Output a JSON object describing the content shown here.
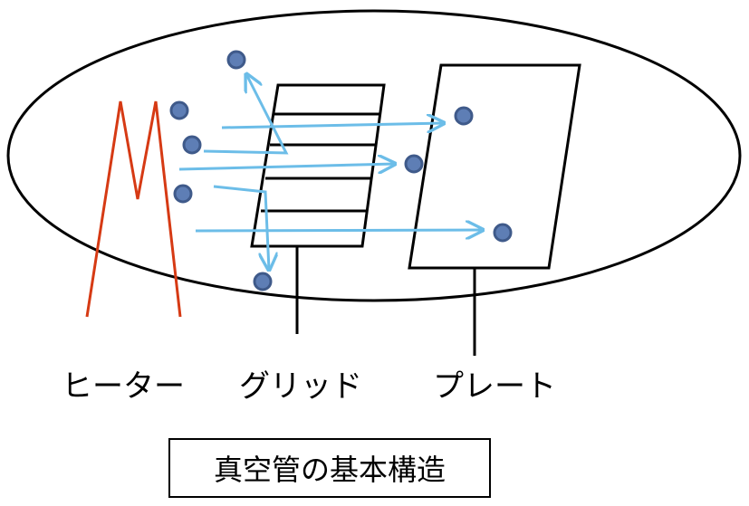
{
  "labels": {
    "heater": "ヒーター",
    "grid": "グリッド",
    "plate": "プレート"
  },
  "caption": "真空管の基本構造",
  "colors": {
    "heater": "#d63a14",
    "electron_fill": "#5e7eb5",
    "electron_stroke": "#3f5a8a",
    "electron_path": "#6cbde8",
    "outline": "#000000"
  }
}
